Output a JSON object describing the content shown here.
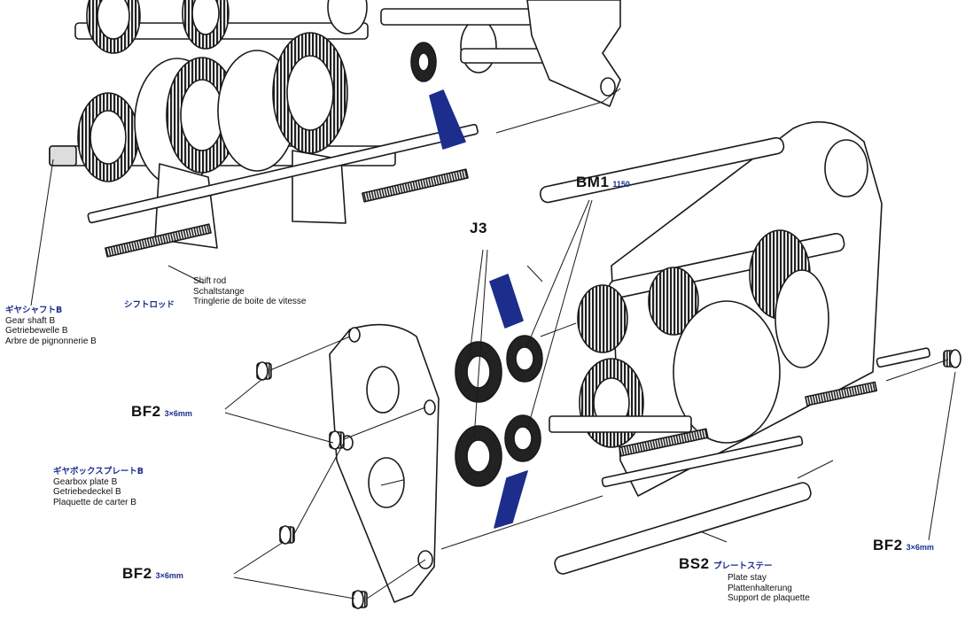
{
  "colors": {
    "ink": "#1a1a1a",
    "accent": "#1c2d8c",
    "paper": "#ffffff"
  },
  "labels": {
    "bm1": {
      "code": "BM1",
      "qty": "1150"
    },
    "j3": {
      "code": "J3"
    },
    "shift_rod": {
      "jp": "シフトロッド",
      "en": "Shift rod",
      "de": "Schaltstange",
      "fr": "Tringlerie de boite de vitesse"
    },
    "gear_shaft": {
      "jp": "ギヤシャフトB",
      "en": "Gear shaft B",
      "de": "Getriebewelle B",
      "fr": "Arbre de pignonnerie B"
    },
    "bf2_a": {
      "code": "BF2",
      "size": "3×6mm"
    },
    "gearbox_plate": {
      "jp": "ギヤボックスプレートB",
      "en": "Gearbox plate B",
      "de": "Getriebedeckel B",
      "fr": "Plaquette de carter B"
    },
    "bf2_b": {
      "code": "BF2",
      "size": "3×6mm"
    },
    "bs2": {
      "code": "BS2",
      "jp": "プレートステー",
      "en": "Plate stay",
      "de": "Plattenhalterung",
      "fr": "Support de plaquette"
    },
    "bf2_c": {
      "code": "BF2",
      "size": "3×6mm"
    }
  }
}
